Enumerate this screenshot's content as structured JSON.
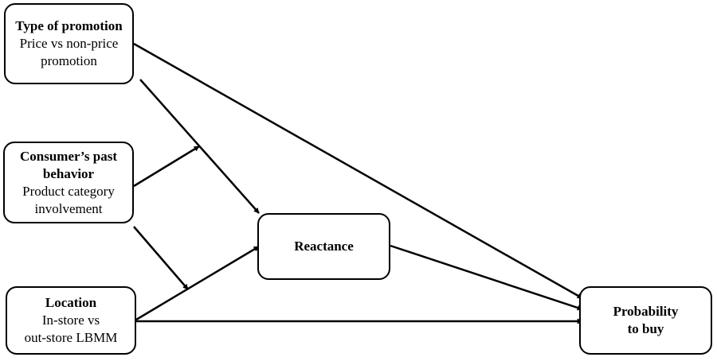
{
  "nodes": {
    "promotion": {
      "title": "Type of promotion",
      "desc_lines": [
        "Price vs non-price",
        "promotion"
      ]
    },
    "past_behavior": {
      "title_lines": [
        "Consumer’s past",
        "behavior"
      ],
      "desc_lines": [
        "Product category",
        "involvement"
      ]
    },
    "location": {
      "title": "Location",
      "desc_lines": [
        "In-store vs",
        "out-store LBMM"
      ]
    },
    "reactance": {
      "title": "Reactance"
    },
    "probability": {
      "title_lines": [
        "Probability",
        "to buy"
      ]
    }
  },
  "edges": [
    {
      "from": "Type of promotion",
      "to": "Reactance"
    },
    {
      "from": "Type of promotion",
      "to": "Probability to buy"
    },
    {
      "from": "Location",
      "to": "Reactance"
    },
    {
      "from": "Location",
      "to": "Probability to buy"
    },
    {
      "from": "Reactance",
      "to": "Probability to buy"
    },
    {
      "from": "Consumer’s past behavior",
      "to": "Type of promotion → Reactance (moderation)"
    },
    {
      "from": "Consumer’s past behavior",
      "to": "Location → Reactance (moderation)"
    }
  ],
  "colors": {
    "stroke": "#000000",
    "background": "#ffffff"
  }
}
